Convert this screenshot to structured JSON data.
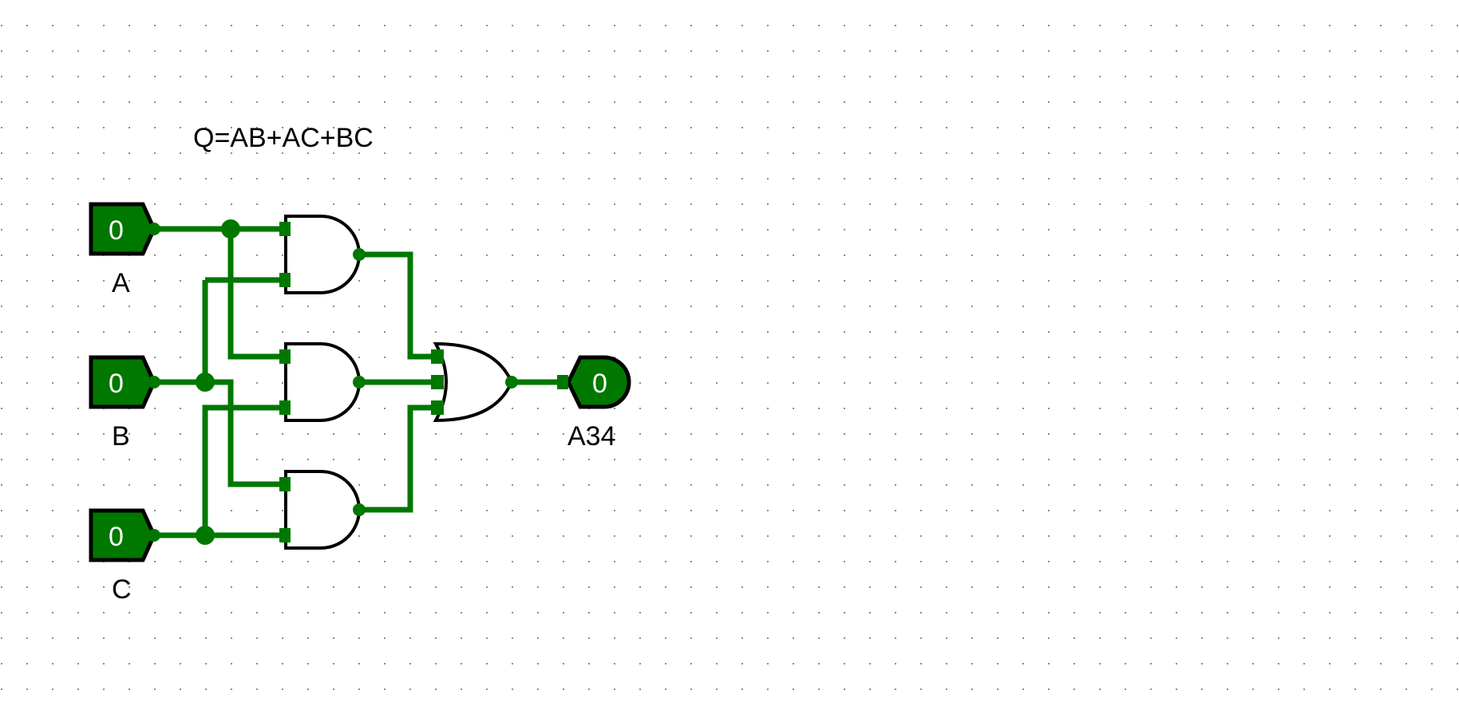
{
  "annotation": {
    "expression": "Q=AB+AC+BC"
  },
  "colors": {
    "wire_active": "#007800",
    "outline": "#000000",
    "background": "#ffffff",
    "grid_dot": "#8c8c8c"
  },
  "inputs": [
    {
      "label": "A",
      "value": "0"
    },
    {
      "label": "B",
      "value": "0"
    },
    {
      "label": "C",
      "value": "0"
    }
  ],
  "output": {
    "label": "A34",
    "value": "0"
  },
  "gates": [
    {
      "kind": "and",
      "name": "and-gate-ab"
    },
    {
      "kind": "and",
      "name": "and-gate-ac"
    },
    {
      "kind": "and",
      "name": "and-gate-bc"
    },
    {
      "kind": "or",
      "name": "or-gate-q"
    }
  ]
}
